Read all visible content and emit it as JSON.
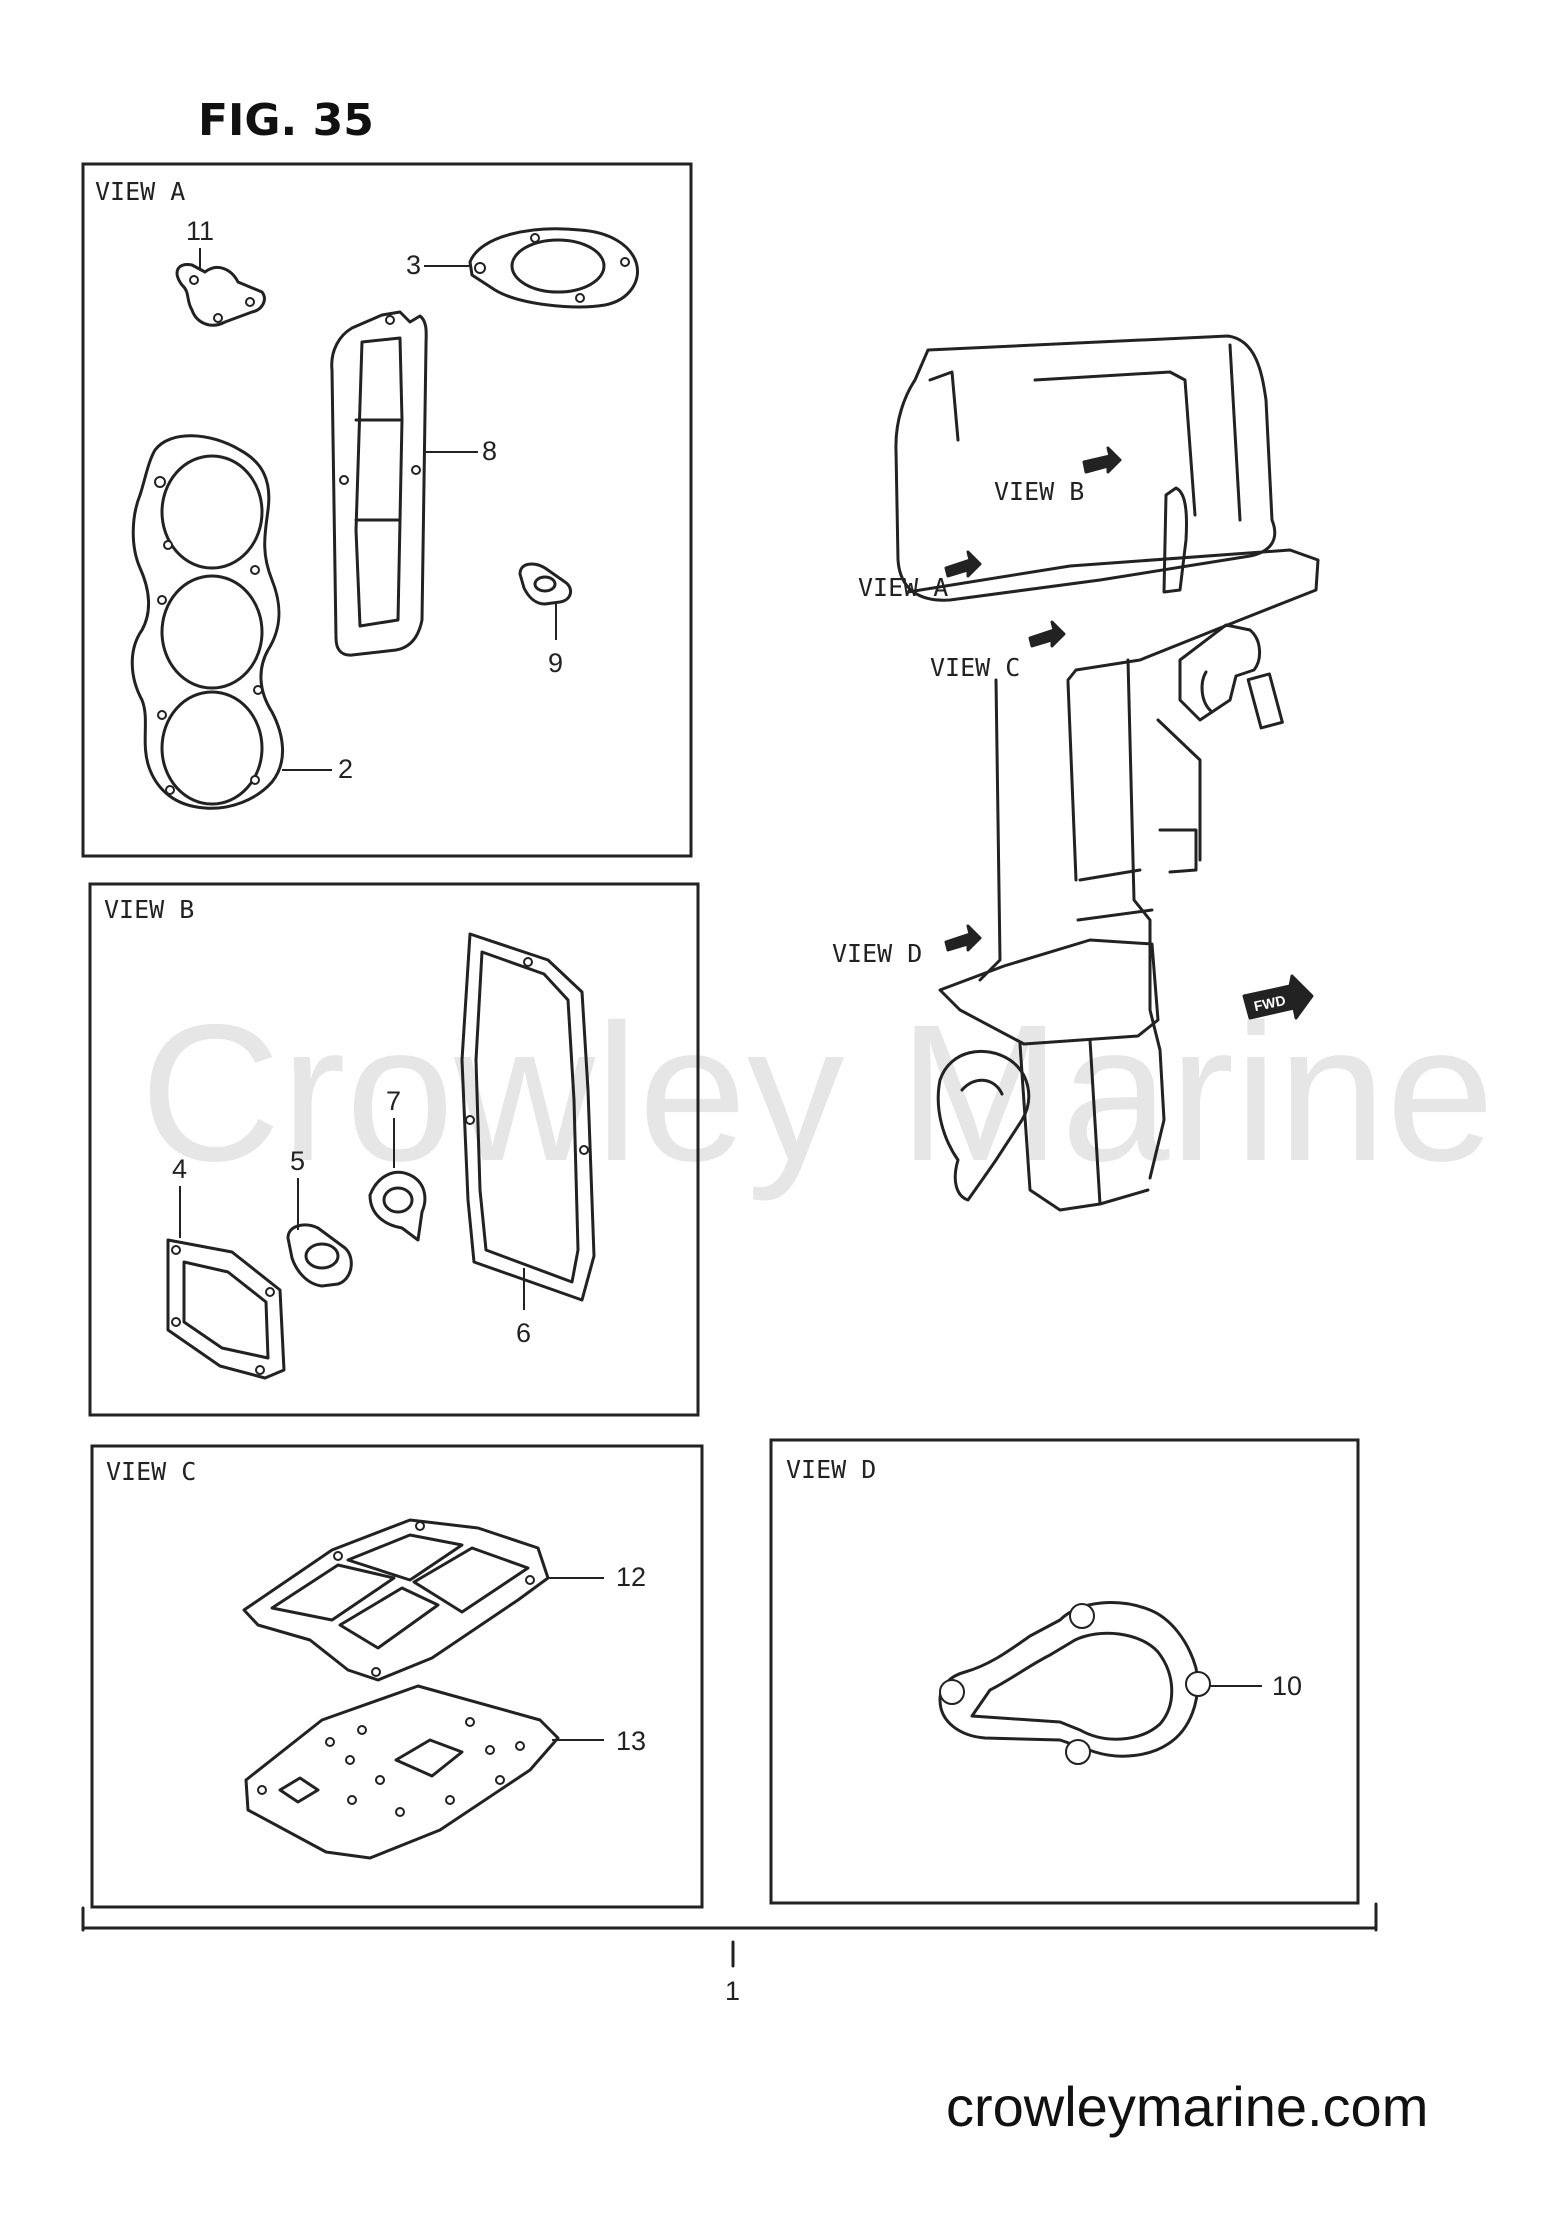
{
  "figure": {
    "title": "FIG. 35"
  },
  "watermark": "Crowley Marine",
  "footer": {
    "website": "crowleymarine.com"
  },
  "views": {
    "a": {
      "label": "VIEW A",
      "parts": [
        "11",
        "3",
        "8",
        "9",
        "2"
      ]
    },
    "b": {
      "label": "VIEW B",
      "parts": [
        "7",
        "5",
        "4",
        "6"
      ]
    },
    "c": {
      "label": "VIEW C",
      "parts": [
        "12",
        "13"
      ]
    },
    "d": {
      "label": "VIEW D",
      "parts": [
        "10"
      ]
    }
  },
  "engine": {
    "callouts": [
      "VIEW B",
      "VIEW A",
      "VIEW C",
      "VIEW D"
    ],
    "fwd_badge": "FWD"
  },
  "assembly": {
    "part": "1"
  }
}
